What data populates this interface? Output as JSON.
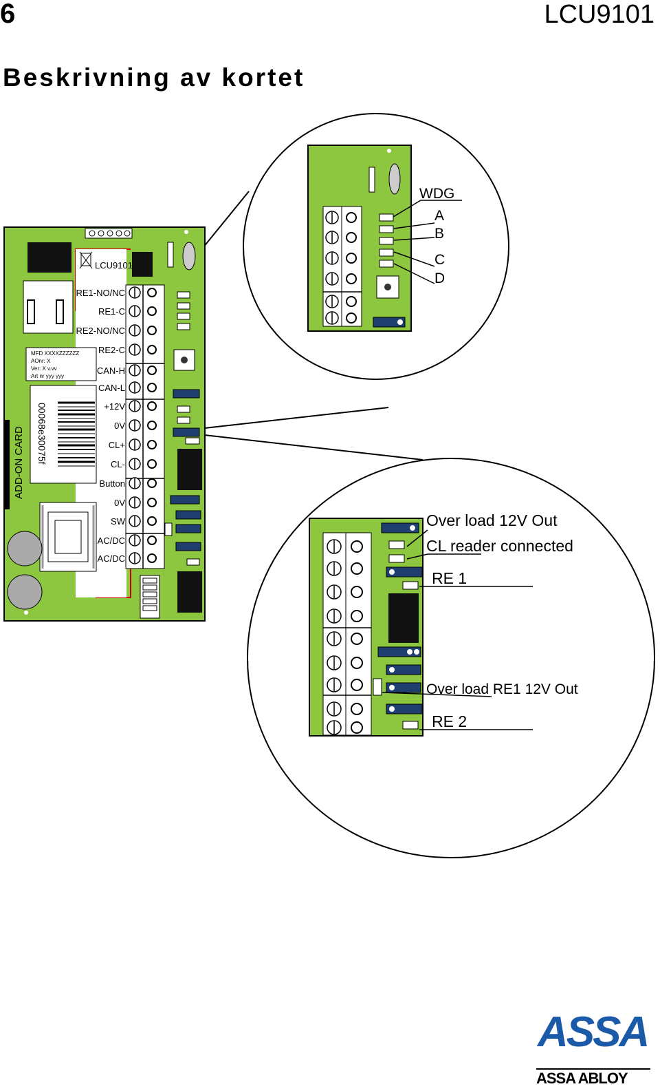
{
  "header": {
    "page_number": "6",
    "model": "LCU9101"
  },
  "heading": "Beskrivning av kortet",
  "board": {
    "logo_label": "LCU9101",
    "side_label": "ADD-ON CARD",
    "serial": "00068e30075f",
    "info_lines": [
      "MFD XXXXZZZZZZ",
      "AOnr: X",
      "Ver: X        v.vv",
      "Art nr  yyy yyy"
    ],
    "terminals": [
      "RE1-NO/NC",
      "RE1-C",
      "RE2-NO/NC",
      "RE2-C",
      "CAN-H",
      "CAN-L",
      "+12V",
      "0V",
      "CL+",
      "CL-",
      "Button",
      "0V",
      "SW",
      "AC/DC",
      "AC/DC"
    ]
  },
  "callout_top": {
    "labels": [
      "WDG",
      "A",
      "B",
      "C",
      "D"
    ]
  },
  "callout_bottom": {
    "labels": [
      "Over load 12V Out",
      "CL reader connected",
      "RE 1",
      "Over load RE1 12V Out",
      "RE 2"
    ]
  },
  "colors": {
    "board_green": "#8dc63f",
    "jumper_blue": "#1f3f6e",
    "logo_blue": "#1a5aa8"
  },
  "footer_logo": {
    "main": "ASSA",
    "sub": "ASSA ABLOY"
  }
}
